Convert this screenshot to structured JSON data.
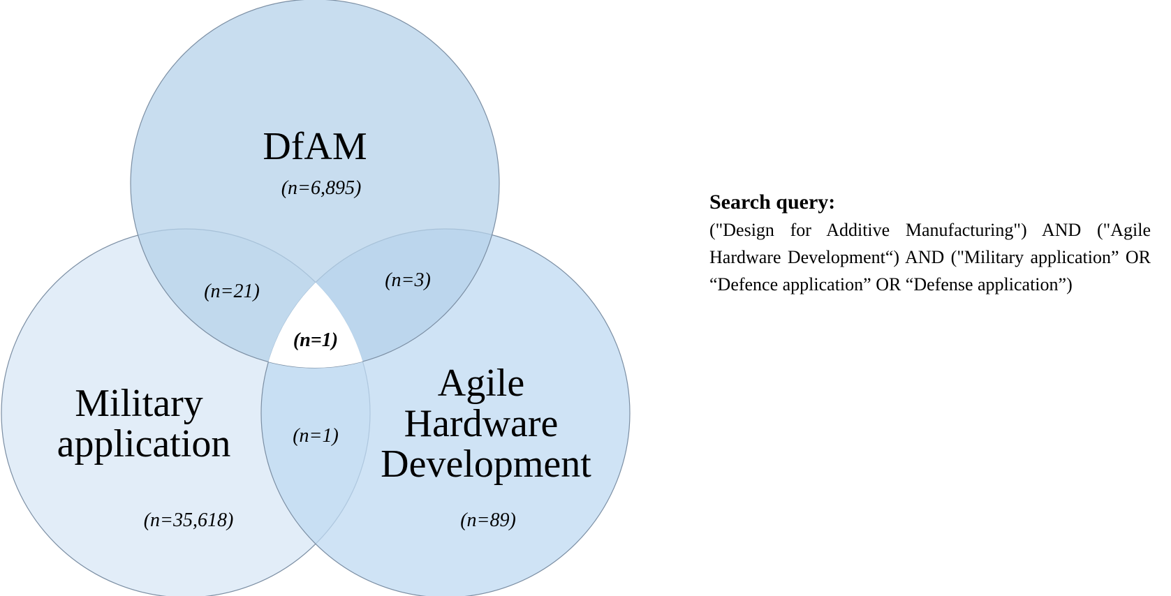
{
  "sets": {
    "dfam": {
      "label": "DfAM",
      "count": "(n=6,895)",
      "fill": "#b5d2ea"
    },
    "military": {
      "label_lines": [
        "Military",
        "application"
      ],
      "count": "(n=35,618)",
      "fill": "#d8e7f5"
    },
    "agile": {
      "label_lines": [
        "Agile",
        "Hardware",
        "Development"
      ],
      "count": "(n=89)",
      "fill": "#bfdaf2"
    }
  },
  "intersections": {
    "dfam_military": "(n=21)",
    "dfam_agile": "(n=3)",
    "military_agile": "(n=1)",
    "all_three": "(n=1)"
  },
  "colors": {
    "circle_stroke": "#7b8ea3",
    "center_region": "#ffffff"
  },
  "search": {
    "heading": "Search query:",
    "text": "(\"Design for Additive Manufacturing\") AND (\"Agile Hardware Development“) AND (\"Military application” OR “Defence application” OR “Defense application”)"
  }
}
